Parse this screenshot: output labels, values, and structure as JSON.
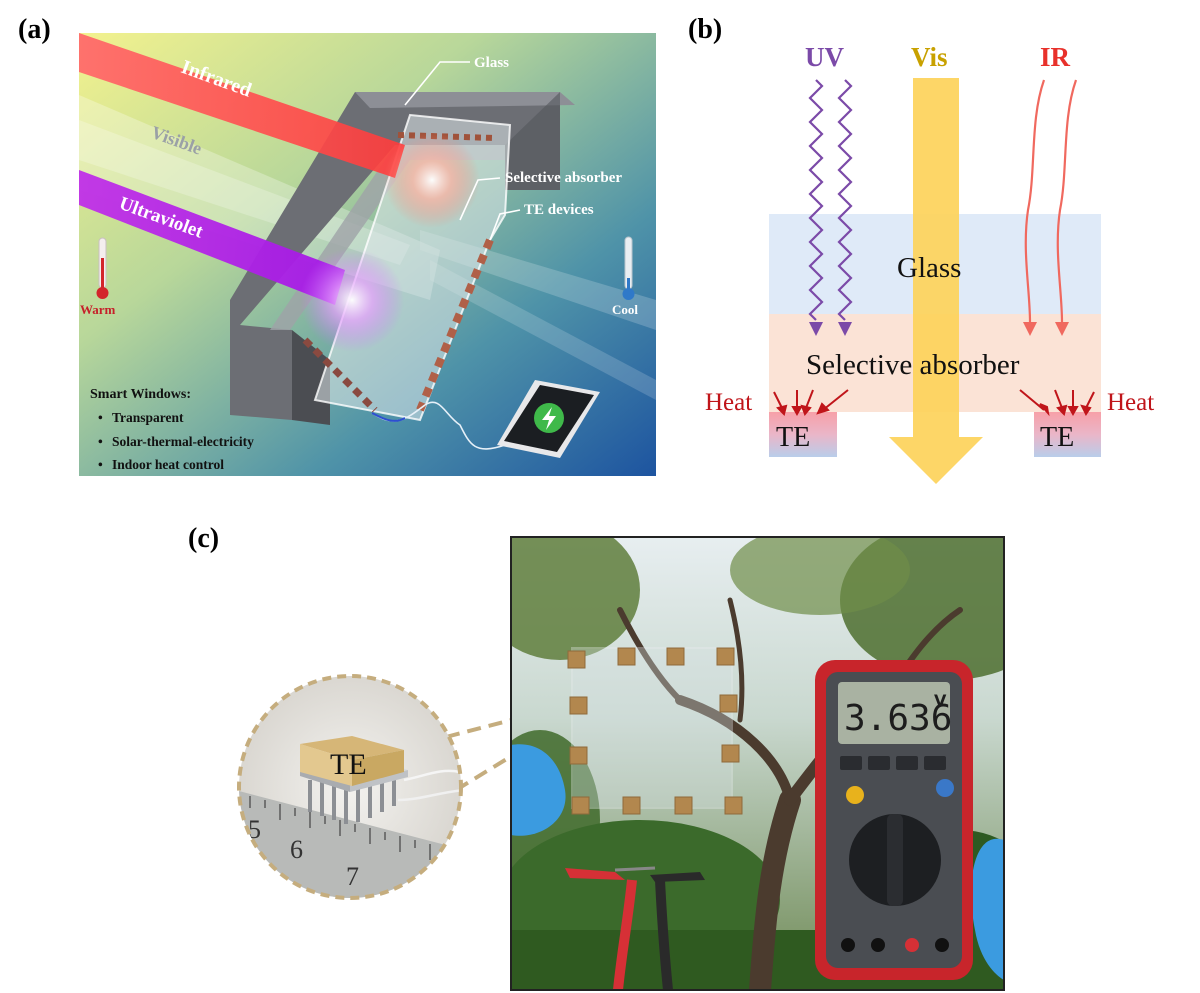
{
  "panels": {
    "a": "(a)",
    "b": "(b)",
    "c": "(c)"
  },
  "panel_a": {
    "beams": {
      "infrared": "Infrared",
      "visible": "Visible",
      "ultraviolet": "Ultraviolet"
    },
    "callouts": {
      "glass": "Glass",
      "selective_absorber": "Selective absorber",
      "te_devices": "TE devices"
    },
    "thermometers": {
      "warm": "Warm",
      "cool": "Cool"
    },
    "features_title": "Smart Windows:",
    "features": [
      "Transparent",
      "Solar-thermal-electricity",
      "Indoor heat control"
    ],
    "bullet": "•"
  },
  "panel_b": {
    "uv": "UV",
    "vis": "Vis",
    "ir": "IR",
    "glass": "Glass",
    "absorber": "Selective absorber",
    "heat_left": "Heat",
    "heat_right": "Heat",
    "te_left": "TE",
    "te_right": "TE"
  },
  "panel_c": {
    "te_label": "TE",
    "ruler_numbers": [
      "5",
      "6",
      "7"
    ],
    "multimeter_reading": "3.636",
    "multimeter_unit": "V"
  },
  "colors": {
    "uv": "#7b4aa8",
    "vis": "#c8a100",
    "ir": "#e8312b",
    "heat": "#c0151a",
    "glass_band": "#dfeaf8",
    "absorber_band": "#fbe3d6",
    "vis_arrow": "#fdd35a",
    "multimeter": "#c8252b"
  }
}
